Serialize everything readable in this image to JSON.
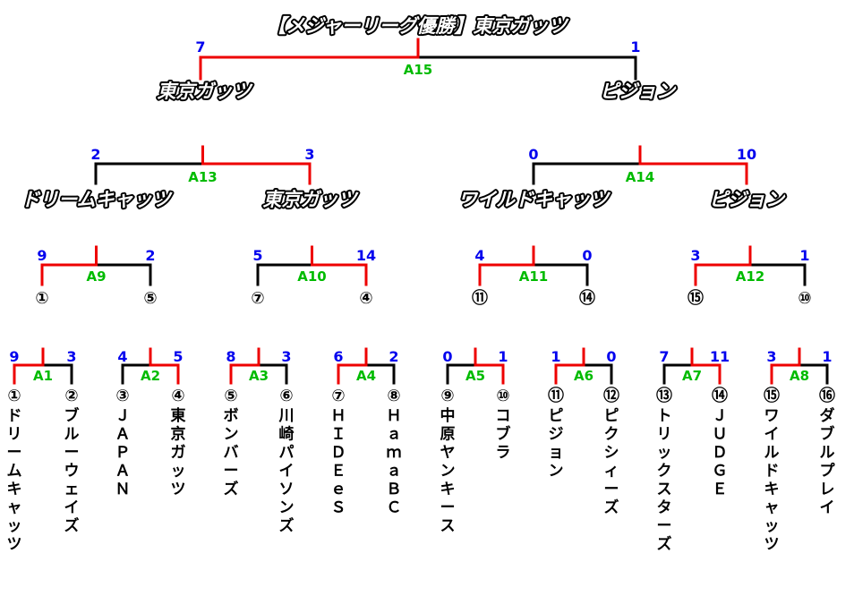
{
  "title": "【メジャーリーグ優勝】東京ガッツ",
  "colors": {
    "win": "#ee0000",
    "loss": "#000000",
    "score": "#0000ee",
    "match_label": "#00bb00"
  },
  "teams": [
    {
      "num": "①",
      "name": "ドリームキャッツ"
    },
    {
      "num": "②",
      "name": "ブルーウェイズ"
    },
    {
      "num": "③",
      "name": "ＪＡＰＡＮ"
    },
    {
      "num": "④",
      "name": "東京ガッツ"
    },
    {
      "num": "⑤",
      "name": "ボンバーズ"
    },
    {
      "num": "⑥",
      "name": "川崎パイソンズ"
    },
    {
      "num": "⑦",
      "name": "ＨＩＤＥｅＳ"
    },
    {
      "num": "⑧",
      "name": "ＨａｍａＢＣ"
    },
    {
      "num": "⑨",
      "name": "中原ヤンキース"
    },
    {
      "num": "⑩",
      "name": "コブラ"
    },
    {
      "num": "⑪",
      "name": "ピジョン"
    },
    {
      "num": "⑫",
      "name": "ピクシィーズ"
    },
    {
      "num": "⑬",
      "name": "トリックスターズ"
    },
    {
      "num": "⑭",
      "name": "ＪＵＤＧＥ"
    },
    {
      "num": "⑮",
      "name": "ワイルドキャッツ"
    },
    {
      "num": "⑯",
      "name": "ダブルプレイ"
    }
  ],
  "round1": [
    {
      "label": "A1",
      "left": "9",
      "right": "3",
      "winner": "left"
    },
    {
      "label": "A2",
      "left": "4",
      "right": "5",
      "winner": "right"
    },
    {
      "label": "A3",
      "left": "8",
      "right": "3",
      "winner": "left"
    },
    {
      "label": "A4",
      "left": "6",
      "right": "2",
      "winner": "left"
    },
    {
      "label": "A5",
      "left": "0",
      "right": "1",
      "winner": "right"
    },
    {
      "label": "A6",
      "left": "1",
      "right": "0",
      "winner": "left"
    },
    {
      "label": "A7",
      "left": "7",
      "right": "11",
      "winner": "right"
    },
    {
      "label": "A8",
      "left": "3",
      "right": "1",
      "winner": "left"
    }
  ],
  "round2": [
    {
      "label": "A9",
      "left": "9",
      "right": "2",
      "left_num": "①",
      "right_num": "⑤",
      "winner": "left"
    },
    {
      "label": "A10",
      "left": "5",
      "right": "14",
      "left_num": "⑦",
      "right_num": "④",
      "winner": "right"
    },
    {
      "label": "A11",
      "left": "4",
      "right": "0",
      "left_num": "⑪",
      "right_num": "⑭",
      "winner": "left"
    },
    {
      "label": "A12",
      "left": "3",
      "right": "1",
      "left_num": "⑮",
      "right_num": "⑩",
      "winner": "left"
    }
  ],
  "round3": [
    {
      "label": "A13",
      "left": "2",
      "right": "3",
      "left_name": "ドリームキャッツ",
      "right_name": "東京ガッツ",
      "winner": "right"
    },
    {
      "label": "A14",
      "left": "0",
      "right": "10",
      "left_name": "ワイルドキャッツ",
      "right_name": "ピジョン",
      "winner": "right"
    }
  ],
  "final": {
    "label": "A15",
    "left": "7",
    "right": "1",
    "left_name": "東京ガッツ",
    "right_name": "ピジョン",
    "winner": "left"
  }
}
